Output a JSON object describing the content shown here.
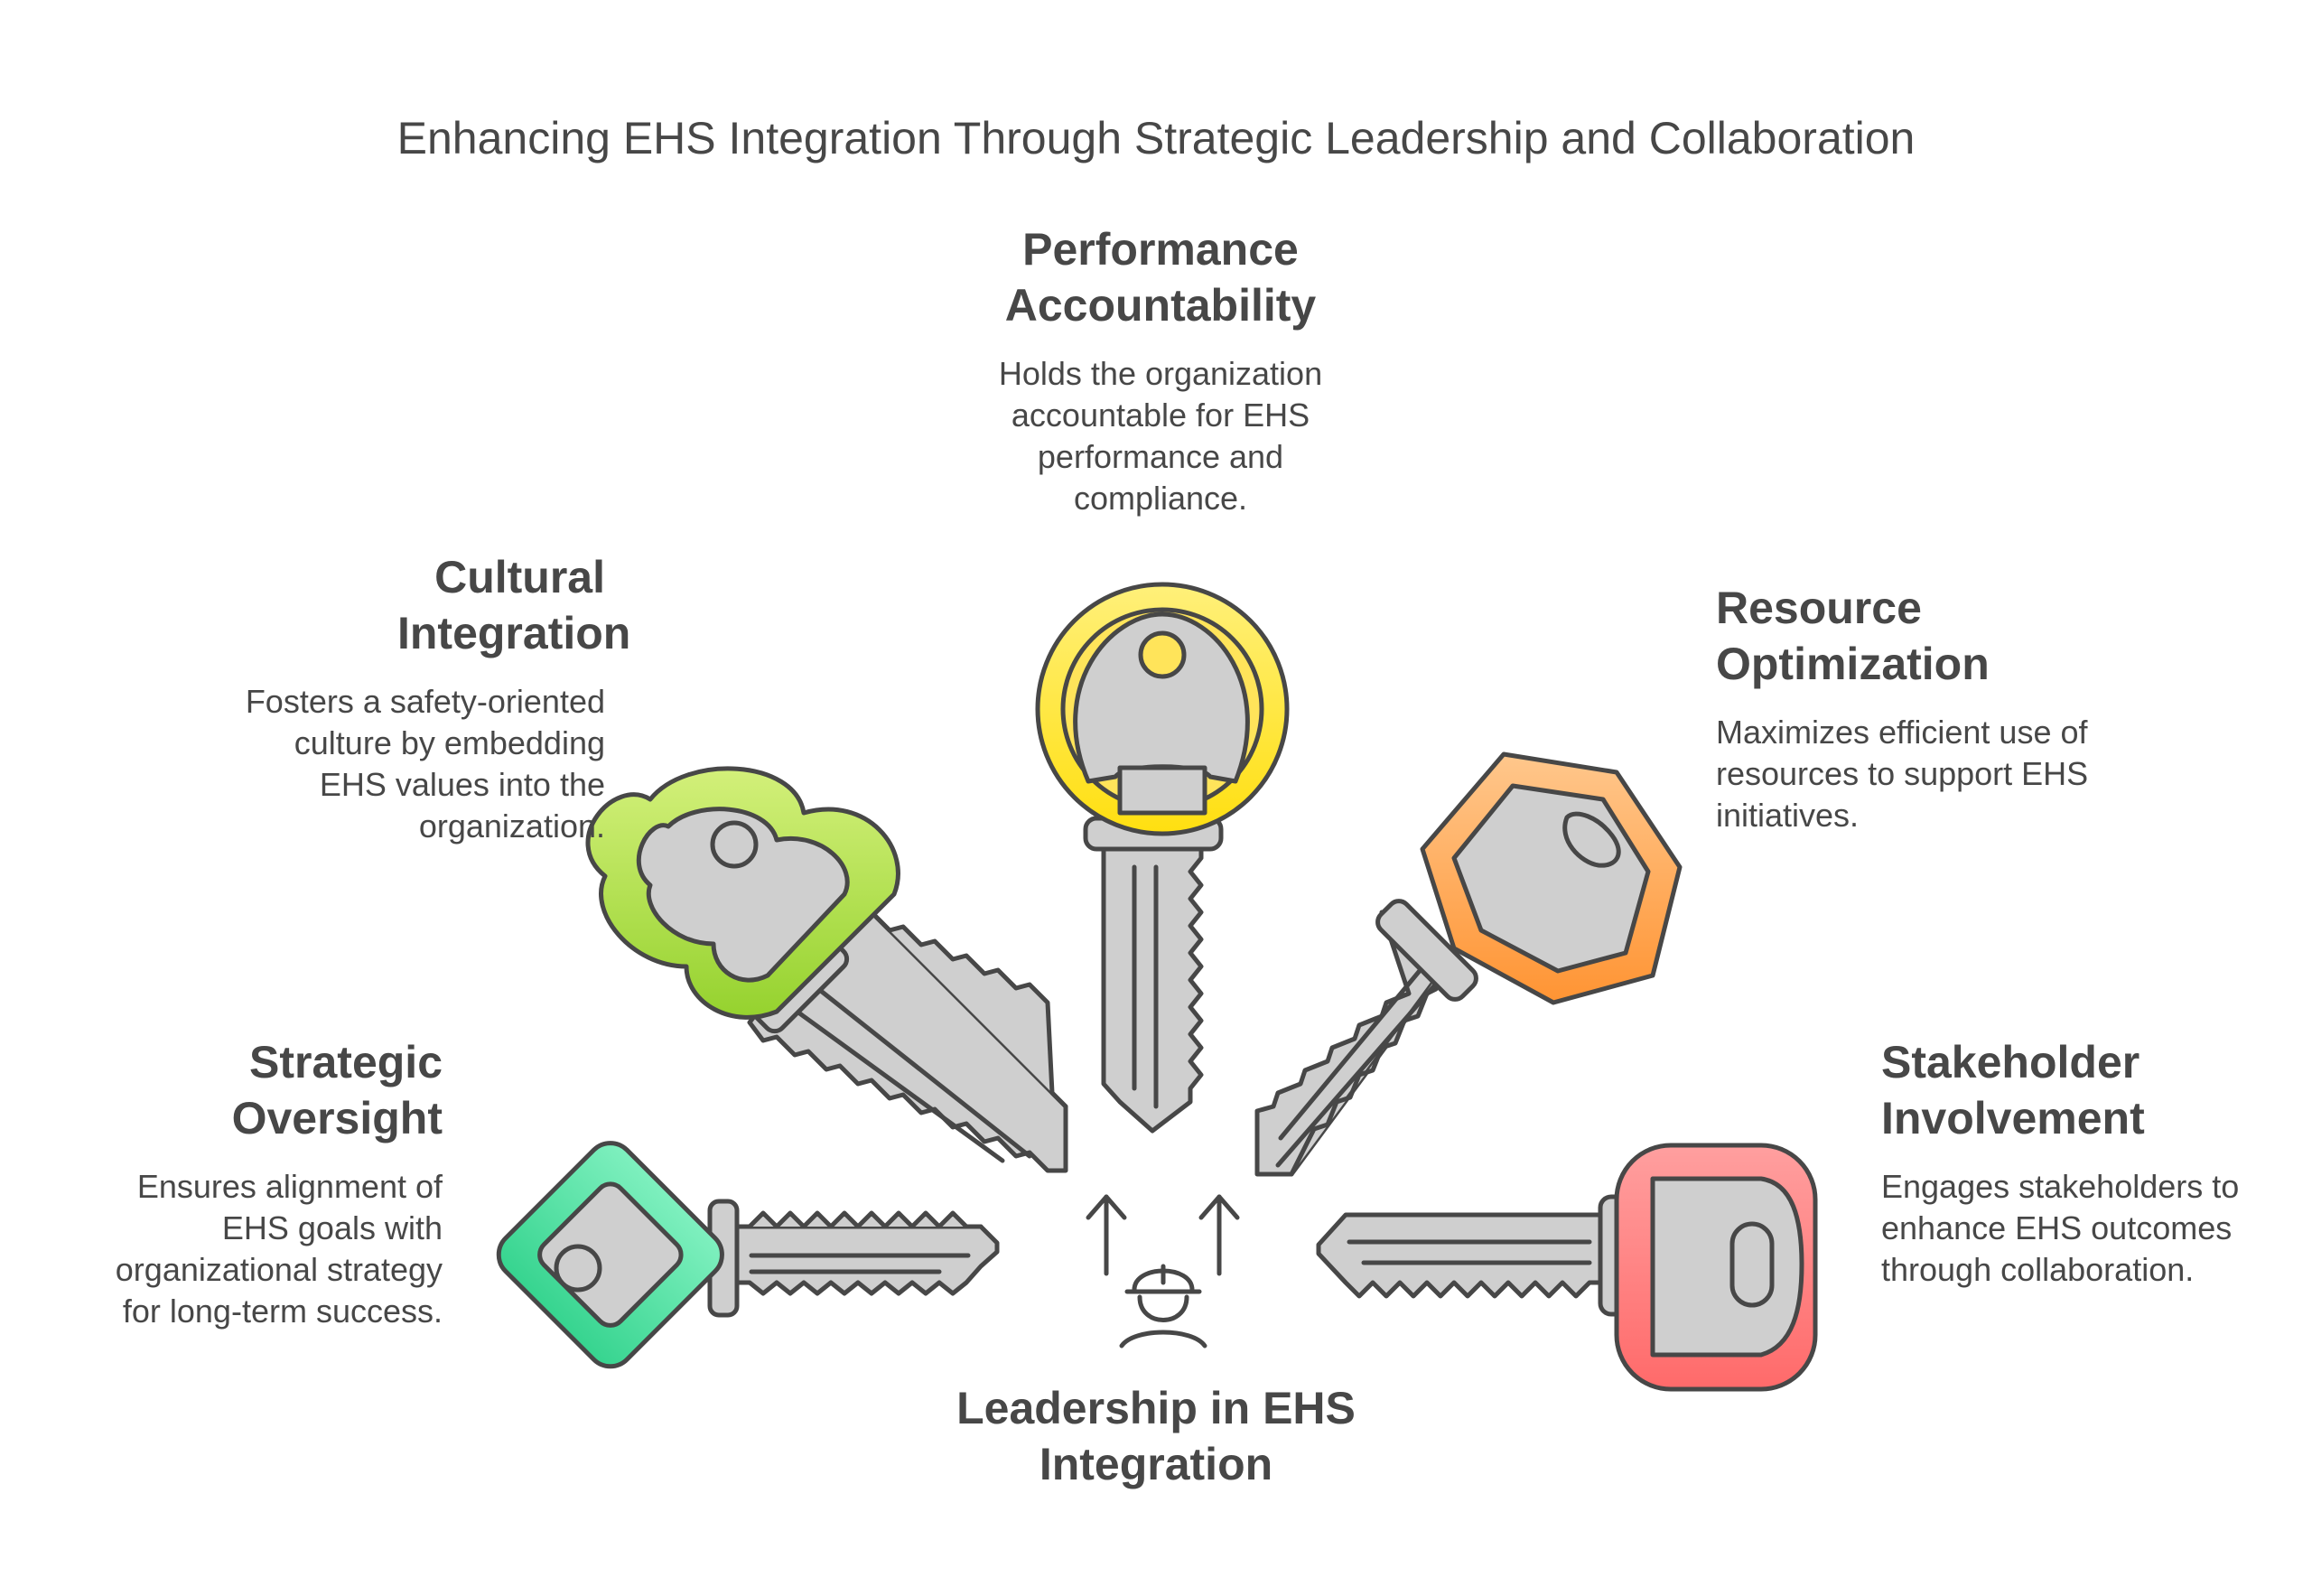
{
  "title": "Enhancing EHS Integration Through Strategic Leadership and Collaboration",
  "center": {
    "label": "Leadership in EHS Integration",
    "icon": "worker-hardhat-icon"
  },
  "items": [
    {
      "id": "strategic-oversight",
      "title": "Strategic Oversight",
      "description": "Ensures alignment of EHS goals with organizational strategy for long-term success.",
      "color": "#3fd99a",
      "icon": "diamond-key-icon"
    },
    {
      "id": "cultural-integration",
      "title": "Cultural Integration",
      "description": "Fosters a safety-oriented culture by embedding EHS values into the organization.",
      "color": "#a6dd3c",
      "icon": "clover-key-icon"
    },
    {
      "id": "performance-accountability",
      "title": "Performance Accountability",
      "description": "Holds the organization accountable for EHS performance and compliance.",
      "color": "#ffe01b",
      "icon": "round-key-icon"
    },
    {
      "id": "resource-optimization",
      "title": "Resource Optimization",
      "description": "Maximizes efficient use of resources to support EHS initiatives.",
      "color": "#ffa24a",
      "icon": "hexagon-key-icon"
    },
    {
      "id": "stakeholder-involvement",
      "title": "Stakeholder Involvement",
      "description": "Engages stakeholders to enhance EHS outcomes through collaboration.",
      "color": "#ff7d7d",
      "icon": "rounded-rectangle-key-icon"
    }
  ]
}
